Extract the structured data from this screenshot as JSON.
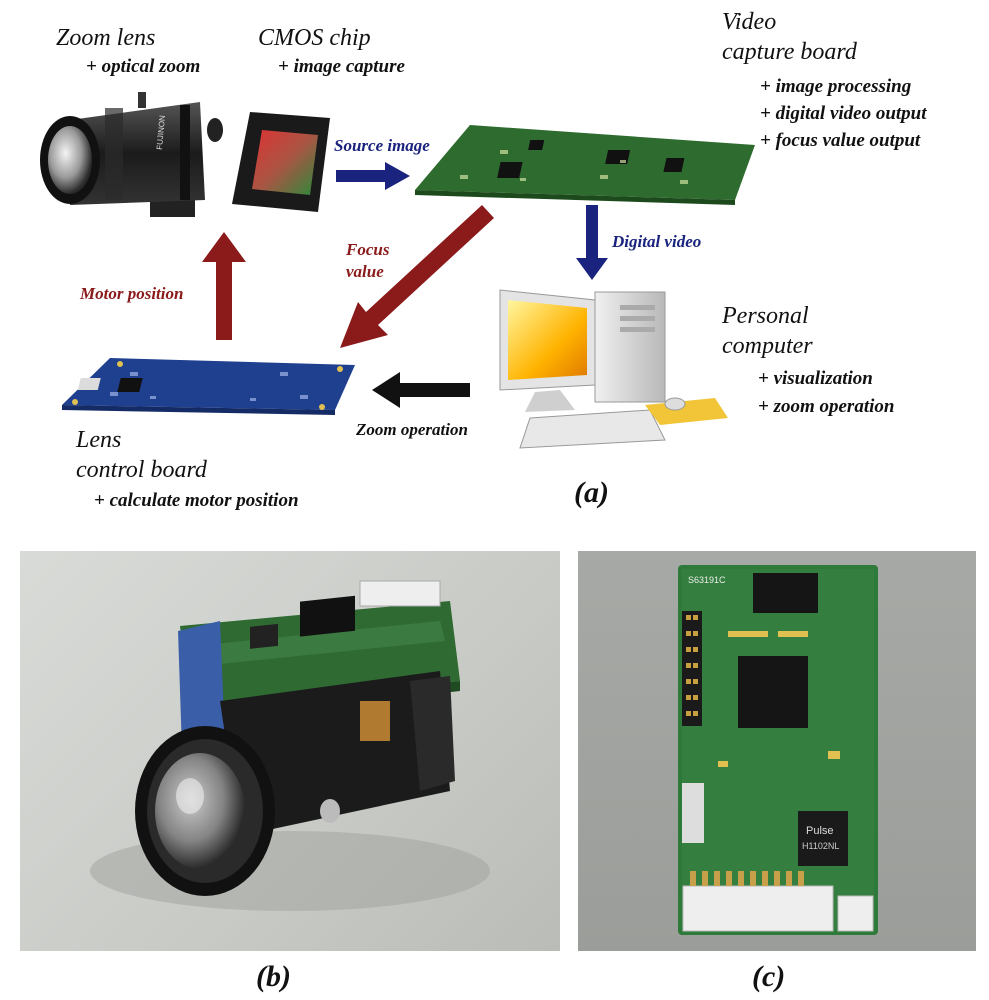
{
  "diagram": {
    "zoom_lens": {
      "title": "Zoom lens",
      "feature": "+ optical zoom",
      "brand": "FUJINON"
    },
    "cmos_chip": {
      "title": "CMOS chip",
      "feature": "+ image capture"
    },
    "video_board": {
      "title_line1": "Video",
      "title_line2": "capture board",
      "features": [
        "+ image processing",
        "+ digital video output",
        "+ focus value output"
      ]
    },
    "pc": {
      "title_line1": "Personal",
      "title_line2": "computer",
      "features": [
        "+ visualization",
        "+ zoom operation"
      ]
    },
    "lens_board": {
      "title_line1": "Lens",
      "title_line2": "control board",
      "feature": "+ calculate motor position"
    },
    "arrows": {
      "source_image": "Source image",
      "digital_video": "Digital video",
      "focus_value_line1": "Focus",
      "focus_value_line2": "value",
      "motor_position": "Motor position",
      "zoom_operation": "Zoom operation"
    },
    "colors": {
      "blue_arrow": "#1a237e",
      "red_arrow": "#8b1a1a",
      "black_arrow": "#111111",
      "green_pcb": "#2e6b2e",
      "blue_pcb": "#1f3f8f"
    }
  },
  "photos": {
    "b_chip_label": "",
    "c_chip_labels": [
      "S63191C",
      "Pulse",
      "H1102NL"
    ]
  },
  "captions": {
    "a": "(a)",
    "b": "(b)",
    "c": "(c)"
  }
}
